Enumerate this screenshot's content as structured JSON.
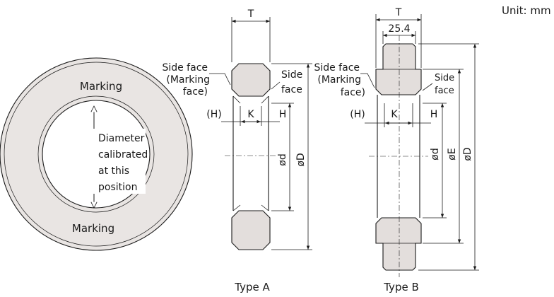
{
  "unit": "Unit: mm",
  "ring": {
    "marking_top": "Marking",
    "marking_bottom": "Marking",
    "diameter_note": [
      "Diameter",
      "calibrated",
      "at this",
      "position"
    ]
  },
  "type_a": {
    "caption": "Type A",
    "t": "T",
    "side_face_left": [
      "Side face",
      "(Marking",
      "face)"
    ],
    "side_face_right": [
      "Side",
      "face"
    ],
    "h_left": "(H)",
    "k": "K",
    "h_right": "H",
    "d_small": "ød",
    "d_large": "øD"
  },
  "type_b": {
    "caption": "Type B",
    "t": "T",
    "dim_254": "25.4",
    "side_face_left": [
      "Side face",
      "(Marking",
      "face)"
    ],
    "side_face_right": [
      "Side",
      "face"
    ],
    "h_left": "(H)",
    "k": "K",
    "h_right": "H",
    "d_small": "ød",
    "d_e": "øE",
    "d_large": "øD"
  }
}
